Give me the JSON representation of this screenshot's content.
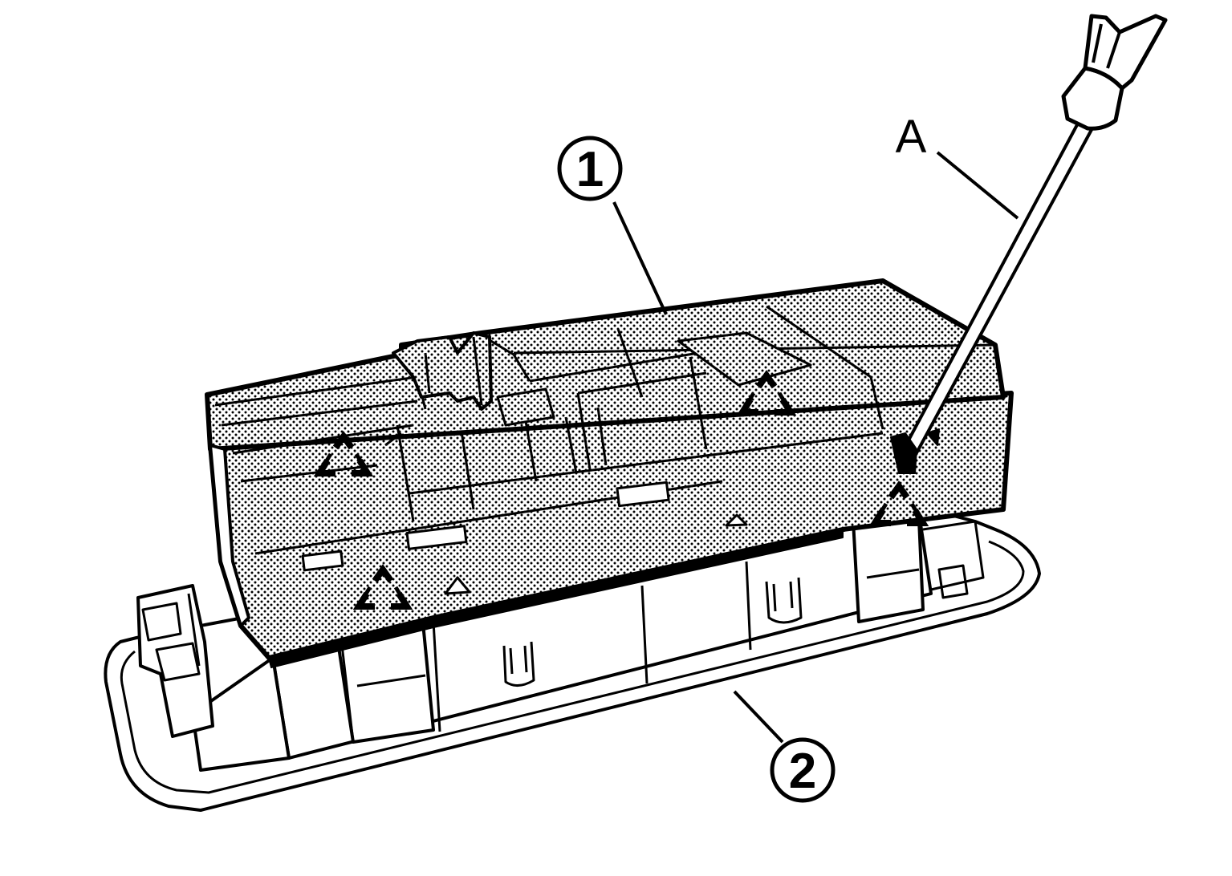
{
  "diagram": {
    "callouts": [
      {
        "id": "switch-assembly",
        "label": "1"
      },
      {
        "id": "finisher-panel",
        "label": "2"
      },
      {
        "id": "flat-screwdriver",
        "label": "A"
      }
    ],
    "pawl_markers": 4,
    "colors": {
      "line": "#000000",
      "background": "#ffffff",
      "stipple": "#000000"
    }
  }
}
